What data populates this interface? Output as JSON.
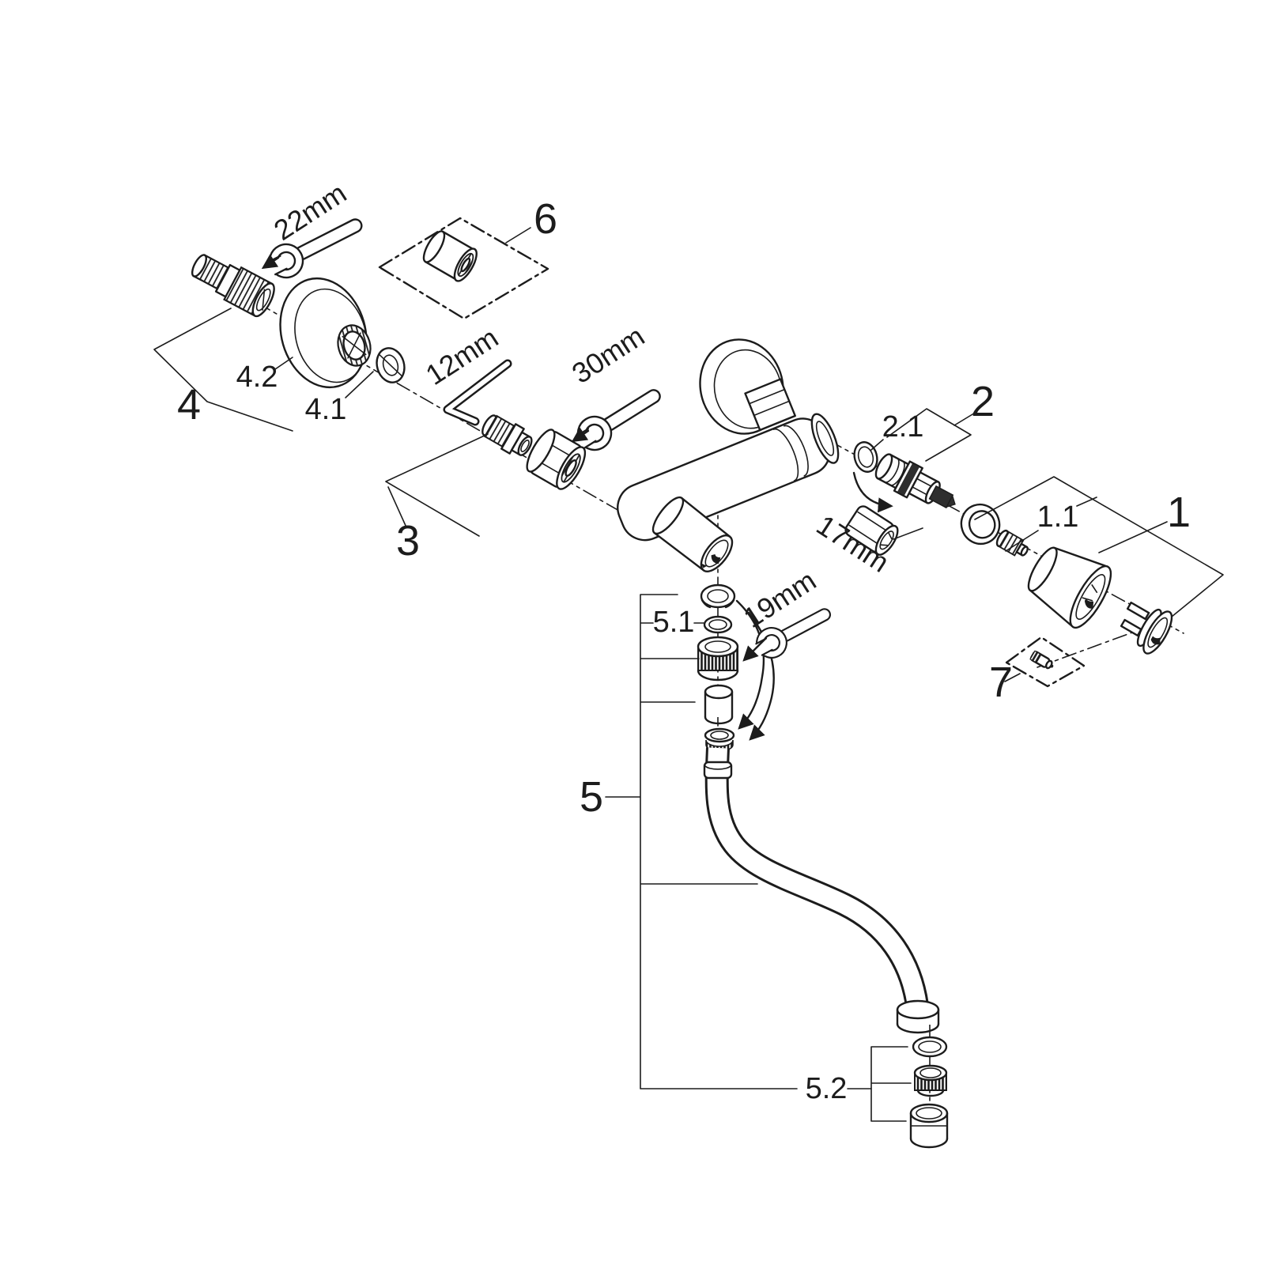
{
  "diagram": {
    "background": "#ffffff",
    "line_color": "#1c1c1c",
    "part_labels": {
      "part_1": "1",
      "part_1_1": "1.1",
      "part_2": "2",
      "part_2_1": "2.1",
      "part_3": "3",
      "part_4": "4",
      "part_4_1": "4.1",
      "part_4_2": "4.2",
      "part_5": "5",
      "part_5_1": "5.1",
      "part_5_2": "5.2",
      "part_6": "6",
      "part_7": "7"
    },
    "tool_labels": {
      "wrench_22": "22mm",
      "hex_key_12": "12mm",
      "wrench_30": "30mm",
      "socket_17": "17mm",
      "wrench_19": "19mm"
    }
  }
}
